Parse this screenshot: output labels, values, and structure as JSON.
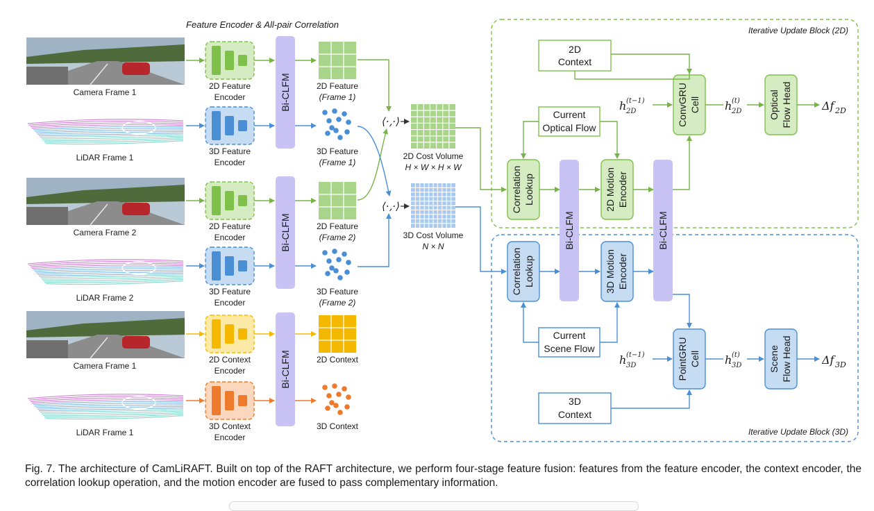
{
  "figure_title": "Feature Encoder & All-pair Correlation",
  "colors": {
    "green": "#7fc04a",
    "green_fill": "#d5ecc2",
    "green_dark": "#5fa32a",
    "blue": "#4a8fd6",
    "blue_fill": "#c6dcf3",
    "blue_dark": "#2f6fb7",
    "yellow": "#f5b800",
    "yellow_fill": "#fde9a6",
    "orange": "#ee7a2c",
    "orange_fill": "#fbd7bd",
    "purple": "#c9c2f4",
    "arrow_green": "#77b347",
    "arrow_blue": "#4a8fd6"
  },
  "inputs": [
    {
      "label": "Camera Frame 1",
      "kind": "camera"
    },
    {
      "label": "LiDAR Frame 1",
      "kind": "lidar"
    },
    {
      "label": "Camera Frame 2",
      "kind": "camera"
    },
    {
      "label": "LiDAR Frame 2",
      "kind": "lidar"
    },
    {
      "label": "Camera Frame 1",
      "kind": "camera"
    },
    {
      "label": "LiDAR Frame 1",
      "kind": "lidar"
    }
  ],
  "encoders": [
    {
      "line1": "2D Feature",
      "line2": "Encoder"
    },
    {
      "line1": "3D Feature",
      "line2": "Encoder"
    },
    {
      "line1": "2D Feature",
      "line2": "Encoder"
    },
    {
      "line1": "3D Feature",
      "line2": "Encoder"
    },
    {
      "line1": "2D Context",
      "line2": "Encoder"
    },
    {
      "line1": "3D Context",
      "line2": "Encoder"
    }
  ],
  "bicflm_label": "Bi-CLFM",
  "features": [
    {
      "line1": "2D Feature",
      "line2": "(Frame 1)"
    },
    {
      "line1": "3D Feature",
      "line2": "(Frame 1)"
    },
    {
      "line1": "2D Feature",
      "line2": "(Frame 2)"
    },
    {
      "line1": "3D Feature",
      "line2": "(Frame 2)"
    },
    {
      "line1": "2D Context",
      "line2": ""
    },
    {
      "line1": "3D Context",
      "line2": ""
    }
  ],
  "inner_product": "⟨·,·⟩",
  "cost_volumes": [
    {
      "line1": "2D Cost Volume",
      "line2": "H × W × H × W"
    },
    {
      "line1": "3D Cost Volume",
      "line2": "N × N"
    }
  ],
  "block_2d": {
    "title": "Iterative Update Block (2D)",
    "context_line1": "2D",
    "context_line2": "Context",
    "flow_line1": "Current",
    "flow_line2": "Optical Flow",
    "lookup_line1": "Correlation",
    "lookup_line2": "Lookup",
    "motion_line1": "2D Motion",
    "motion_line2": "Encoder",
    "gru_line1": "ConvGRU",
    "gru_line2": "Cell",
    "head_line1": "Optical",
    "head_line2": "Flow Head",
    "h_prev": "h",
    "h_prev_sup": "(t−1)",
    "h_prev_sub": "2D",
    "h_next": "h",
    "h_next_sup": "(t)",
    "h_next_sub": "2D",
    "delta": "Δf",
    "delta_sub": "2D"
  },
  "block_3d": {
    "title": "Iterative Update Block (3D)",
    "context_line1": "3D",
    "context_line2": "Context",
    "flow_line1": "Current",
    "flow_line2": "Scene Flow",
    "lookup_line1": "Correlation",
    "lookup_line2": "Lookup",
    "motion_line1": "3D Motion",
    "motion_line2": "Encoder",
    "gru_line1": "PointGRU",
    "gru_line2": "Cell",
    "head_line1": "Scene",
    "head_line2": "Flow Head",
    "h_prev": "h",
    "h_prev_sup": "(t−1)",
    "h_prev_sub": "3D",
    "h_next": "h",
    "h_next_sup": "(t)",
    "h_next_sub": "3D",
    "delta": "Δf",
    "delta_sub": "3D"
  },
  "caption": "Fig. 7. The architecture of CamLiRAFT. Built on top of the RAFT architecture, we perform four-stage feature fusion: features from the feature encoder, the context encoder, the correlation lookup operation, and the motion encoder are fused to pass complementary information."
}
